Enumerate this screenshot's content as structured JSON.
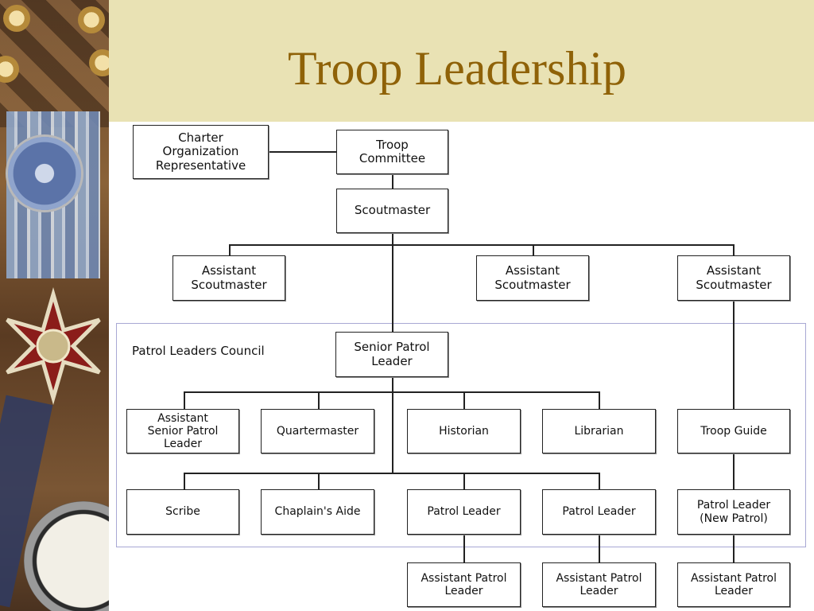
{
  "title": "Troop Leadership",
  "chart": {
    "council_label": "Patrol Leaders Council",
    "nodes": {
      "charter_rep": "Charter Organization Representative",
      "committee": "Troop Committee",
      "scoutmaster": "Scoutmaster",
      "asm1": "Assistant Scoutmaster",
      "asm2": "Assistant Scoutmaster",
      "asm3": "Assistant Scoutmaster",
      "spl": "Senior Patrol Leader",
      "aspl": "Assistant Senior Patrol Leader",
      "quartermaster": "Quartermaster",
      "historian": "Historian",
      "librarian": "Librarian",
      "troop_guide": "Troop Guide",
      "scribe": "Scribe",
      "chaplain_aide": "Chaplain's Aide",
      "patrol_leader_1": "Patrol Leader",
      "patrol_leader_2": "Patrol Leader",
      "patrol_leader_new": "Patrol Leader (New Patrol)",
      "apl_1": "Assistant Patrol Leader",
      "apl_2": "Assistant Patrol Leader",
      "apl_3": "Assistant Patrol Leader"
    }
  }
}
